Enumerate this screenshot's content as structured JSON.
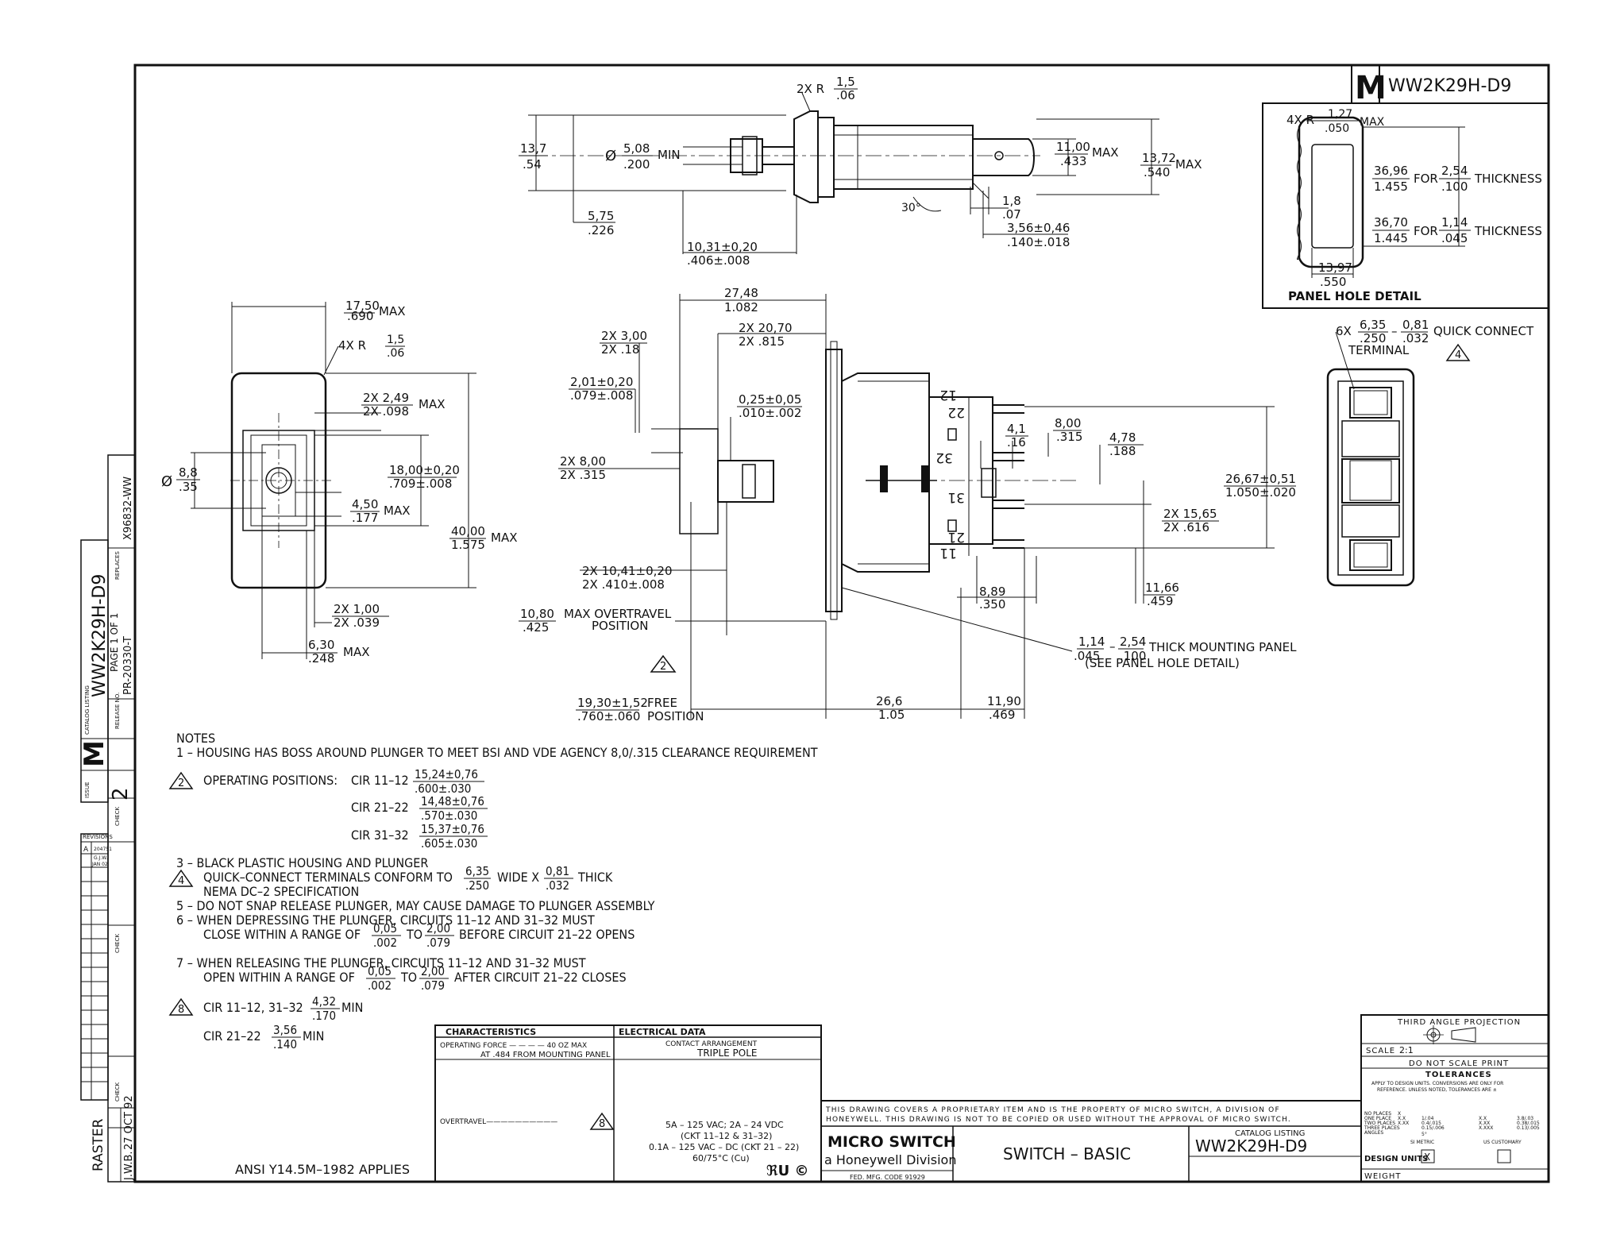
{
  "title_block": {
    "revision_letter": "M",
    "part_number": "WW2K29H-D9",
    "description": "SWITCH – BASIC",
    "catalog_label": "CATALOG LISTING",
    "proprietary_line1": "THIS DRAWING COVERS A PROPRIETARY ITEM AND IS THE PROPERTY OF MICRO SWITCH, A DIVISION OF",
    "proprietary_line2": "HONEYWELL. THIS DRAWING IS NOT TO BE COPIED OR USED WITHOUT THE APPROVAL OF MICRO SWITCH.",
    "company_name": "MICRO SWITCH",
    "company_sub": "a Honeywell Division",
    "fed_code": "FED. MFG. CODE 91929",
    "ansi_note": "ANSI Y14.5M–1982 APPLIES",
    "third_angle": "THIRD ANGLE PROJECTION",
    "scale_label": "SCALE",
    "scale_value": "2:1",
    "do_not_scale": "DO NOT SCALE PRINT",
    "tolerances_title": "TOLERANCES",
    "tolerances_note1": "APPLY TO DESIGN UNITS. CONVERSIONS ARE ONLY FOR",
    "tolerances_note2": "REFERENCE. UNLESS NOTED, TOLERANCES ARE ±",
    "tol_rows": [
      "NO PLACES",
      "ONE PLACE",
      "TWO PLACES",
      "THREE PLACES",
      "ANGLES"
    ],
    "tol_metric": [
      "X",
      "X.X",
      "X.XX",
      "",
      ""
    ],
    "tol_metric_values": [
      "",
      "1/.04",
      "0.4/.015",
      "0.15/.006",
      "5°"
    ],
    "tol_us": [
      "",
      "X.X",
      "X.XX",
      "X.XXX",
      ""
    ],
    "tol_us_values": [
      "",
      "",
      "3.8/.03",
      "0.38/.015",
      "0.13/.005"
    ],
    "si_metric": "SI METRIC",
    "us_customary": "US CUSTOMARY",
    "design_units": "DESIGN UNITS",
    "design_mark": "X",
    "weight": "WEIGHT"
  },
  "characteristics": {
    "header": "CHARACTERISTICS",
    "operating_force": "OPERATING FORCE — — — — 40 OZ MAX",
    "operating_force_note": "AT .484 FROM MOUNTING PANEL",
    "overtravel": "OVERTRAVEL——————————",
    "overtravel_ref": "8"
  },
  "electrical": {
    "header": "ELECTRICAL DATA",
    "contact_label": "CONTACT ARRANGEMENT",
    "contact_value": "TRIPLE POLE",
    "rating1": "5A – 125 VAC; 2A – 24 VDC",
    "rating2": "(CKT 11–12 & 31–32)",
    "rating3": "0.1A – 125 VAC – DC (CKT 21 – 22)",
    "rating4": "60/75°C (Cu)",
    "marks": "ℜU ©"
  },
  "side_strip": {
    "raster": "RASTER",
    "drawn": "J.W.B.",
    "date": "27 OCT 92",
    "catalog_listing": "CATALOG LISTING",
    "part_number": "WW2K29H-D9",
    "page": "PAGE 1 OF 1",
    "release_no": "PR-20330-T",
    "release_label": "RELEASE NO.",
    "replaces": "X96832-WW",
    "replaces_label": "REPLACES",
    "issue_label": "ISSUE",
    "issue_letter": "M",
    "issue_number": "2",
    "check": "CHECK",
    "revisions": "REVISIONS",
    "rev_a": "A",
    "rev_a_no": "204751",
    "rev_a_by": "G.J.W.",
    "rev_a_date": "JAN 02"
  },
  "notes": {
    "header": "NOTES",
    "n1": "1 – HOUSING HAS BOSS AROUND PLUNGER TO MEET BSI AND VDE AGENCY 8,0/.315 CLEARANCE REQUIREMENT",
    "n2_label": "OPERATING POSITIONS:",
    "n2_cir1": "CIR 11–12",
    "n2_cir1_mm": "15,24±0,76",
    "n2_cir1_in": ".600±.030",
    "n2_cir2": "CIR 21–22",
    "n2_cir2_mm": "14,48±0,76",
    "n2_cir2_in": ".570±.030",
    "n2_cir3": "CIR 31–32",
    "n2_cir3_mm": "15,37±0,76",
    "n2_cir3_in": ".605±.030",
    "n3": "3 – BLACK PLASTIC HOUSING AND PLUNGER",
    "n4_a": "QUICK–CONNECT TERMINALS CONFORM TO",
    "n4_mm": "6,35",
    "n4_in": ".250",
    "n4_b": "WIDE X",
    "n4_mm2": "0,81",
    "n4_in2": ".032",
    "n4_c": "THICK",
    "n4_d": "NEMA DC–2 SPECIFICATION",
    "n5": "5 – DO NOT SNAP RELEASE PLUNGER, MAY CAUSE DAMAGE TO PLUNGER ASSEMBLY",
    "n6_a": "6 – WHEN DEPRESSING THE PLUNGER, CIRCUITS 11–12 AND 31–32 MUST",
    "n6_b": "CLOSE WITHIN A RANGE OF",
    "n6_mm1": "0,05",
    "n6_in1": ".002",
    "n6_to": "TO",
    "n6_mm2": "2,00",
    "n6_in2": ".079",
    "n6_c": "BEFORE CIRCUIT 21–22 OPENS",
    "n7_a": "7 – WHEN RELEASING THE PLUNGER, CIRCUITS 11–12 AND 31–32 MUST",
    "n7_b": "OPEN WITHIN A RANGE OF",
    "n7_c": "AFTER CIRCUIT 21–22 CLOSES",
    "n8_cir1": "CIR 11–12, 31–32",
    "n8_mm1": "4,32",
    "n8_in1": ".170",
    "n8_min": "MIN",
    "n8_cir2": "CIR 21–22",
    "n8_mm2": "3,56",
    "n8_in2": ".140",
    "tri2": "2",
    "tri4": "4",
    "tri8": "8"
  },
  "panel_detail": {
    "title": "PANEL HOLE DETAIL",
    "radius": "4X R",
    "r_mm": "1,27",
    "r_in": ".050",
    "max": "MAX",
    "h1_mm": "36,96",
    "h1_in": "1.455",
    "for": "FOR",
    "t1_mm": "2,54",
    "t1_in": ".100",
    "thickness": "THICKNESS",
    "h2_mm": "36,70",
    "h2_in": "1.445",
    "t2_mm": "1,14",
    "t2_in": ".045",
    "w_mm": "13,97",
    "w_in": ".550"
  },
  "dims": {
    "top_r": "2X R",
    "top_r_mm": "1,5",
    "top_r_in": ".06",
    "d137_mm": "13,7",
    "d137_in": ".54",
    "dia_mm": "5,08",
    "dia_in": ".200",
    "min": "MIN",
    "dia": "Ø",
    "d575_mm": "5,75",
    "d575_in": ".226",
    "d1031_mm": "10,31±0,20",
    "d1031_in": ".406±.008",
    "ang30": "30°",
    "d18_mm": "1,8",
    "d18_in": ".07",
    "d356_mm": "3,56±0,46",
    "d356_in": ".140±.018",
    "d1100_mm": "11,00",
    "d1100_in": ".433",
    "max": "MAX",
    "d1372_mm": "13,72",
    "d1372_in": ".540",
    "d1750_mm": "17,50",
    "d1750_in": ".690",
    "r4x": "4X R",
    "r4x_mm": "1,5",
    "r4x_in": ".06",
    "d249_mm": "2X 2,49",
    "d249_in": "2X .098",
    "d88_mm": "8,8",
    "d88_in": ".35",
    "d1800_mm": "18,00±0,20",
    "d1800_in": ".709±.008",
    "d450_mm": "4,50",
    "d450_in": ".177",
    "d4000_mm": "40,00",
    "d4000_in": "1.575",
    "d100_mm": "2X 1,00",
    "d100_in": "2X .039",
    "d630_mm": "6,30",
    "d630_in": ".248",
    "d2748_mm": "27,48",
    "d2748_in": "1.082",
    "d300_mm": "2X 3,00",
    "d300_in": "2X .18",
    "d2070_mm": "2X 20,70",
    "d2070_in": "2X .815",
    "d201_mm": "2,01±0,20",
    "d201_in": ".079±.008",
    "d025_mm": "0,25±0,05",
    "d025_in": ".010±.002",
    "d800_mm": "2X 8,00",
    "d800_in": "2X .315",
    "d41_mm": "4,1",
    "d41_in": ".16",
    "d800b_mm": "8,00",
    "d800b_in": ".315",
    "d478_mm": "4,78",
    "d478_in": ".188",
    "d2667_mm": "26,67±0,51",
    "d2667_in": "1.050±.020",
    "d1565_mm": "2X 15,65",
    "d1565_in": "2X .616",
    "d1041_mm": "2X 10,41±0,20",
    "d1041_in": "2X .410±.008",
    "d889_mm": "8,89",
    "d889_in": ".350",
    "d1166_mm": "11,66",
    "d1166_in": ".459",
    "d1080_mm": "10,80",
    "d1080_in": ".425",
    "overtravel": "MAX OVERTRAVEL",
    "position": "POSITION",
    "d114_mm": "1,14",
    "d114_in": ".045",
    "d254_mm": "2,54",
    "d254_in": ".100",
    "panel1": "THICK MOUNTING PANEL",
    "panel2": "(SEE PANEL HOLE DETAIL)",
    "d1930_mm": "19,30±1,52",
    "d1930_in": ".760±.060",
    "free": "FREE",
    "d266_mm": "26,6",
    "d266_in": "1.05",
    "d1190_mm": "11,90",
    "d1190_in": ".469",
    "qc_6x": "6X",
    "qc_mm": "6,35",
    "qc_in": ".250",
    "qc_mm2": "0,81",
    "qc_in2": ".032",
    "qc_label": "QUICK CONNECT",
    "qc_terminal": "TERMINAL",
    "term22": "22",
    "term32": "32",
    "term12": "12",
    "term31": "31",
    "term21": "21",
    "term11": "11"
  }
}
